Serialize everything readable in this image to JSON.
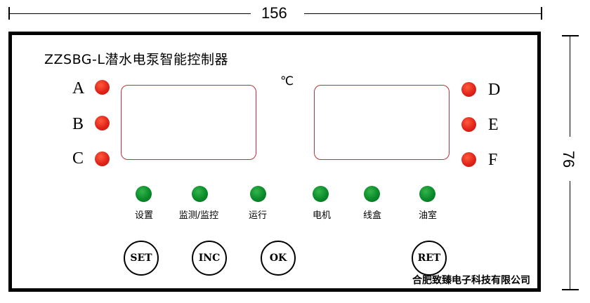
{
  "dimensions": {
    "width_label": "156",
    "height_label": "76"
  },
  "device": {
    "title": "ZZSBG-L潜水电泵智能控制器",
    "unit_label": "℃",
    "left_indicators": [
      "A",
      "B",
      "C"
    ],
    "right_indicators": [
      "D",
      "E",
      "F"
    ],
    "status_leds": [
      {
        "label": "设置"
      },
      {
        "label": "监测/监控"
      },
      {
        "label": "运行"
      },
      {
        "label": "电机"
      },
      {
        "label": "线盒"
      },
      {
        "label": "油室"
      }
    ],
    "buttons": {
      "set": "SET",
      "inc": "INC",
      "ok": "OK",
      "ret": "RET"
    },
    "company": "合肥致臻电子科技有限公司"
  },
  "colors": {
    "indicator_red": "#e0241a",
    "status_green": "#0a8a2a",
    "display_border": "#c0303a",
    "outline": "#000000"
  }
}
